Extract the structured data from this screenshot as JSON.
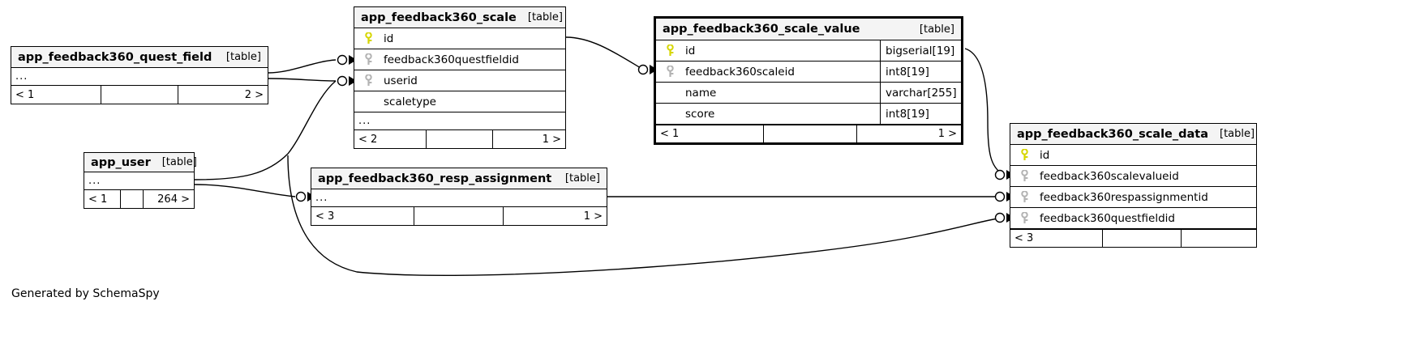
{
  "diagram": {
    "title": "SchemaSpy relationships diagram",
    "credit": "Generated by SchemaSpy",
    "table_tag": "[table]",
    "ellipsis": "...",
    "pk_icon": "primary-key-icon",
    "fk_icon": "foreign-key-icon",
    "pk_color": "#e0e000",
    "fk_color": "#b0b0b0"
  },
  "tables": [
    {
      "id": "quest_field",
      "name": "app_feedback360_quest_field",
      "tag": "[table]",
      "columns": [],
      "has_ellipsis": true,
      "footer": [
        "< 1",
        "",
        "2 >"
      ]
    },
    {
      "id": "scale",
      "name": "app_feedback360_scale",
      "tag": "[table]",
      "columns": [
        {
          "key": "pk",
          "name": "id",
          "type": ""
        },
        {
          "key": "fk",
          "name": "feedback360questfieldid",
          "type": ""
        },
        {
          "key": "fk",
          "name": "userid",
          "type": ""
        },
        {
          "key": "",
          "name": "scaletype",
          "type": ""
        }
      ],
      "has_ellipsis": true,
      "footer": [
        "< 2",
        "",
        "1 >"
      ]
    },
    {
      "id": "scale_value",
      "name": "app_feedback360_scale_value",
      "tag": "[table]",
      "focal": true,
      "columns": [
        {
          "key": "pk",
          "name": "id",
          "type": "bigserial[19]"
        },
        {
          "key": "fk",
          "name": "feedback360scaleid",
          "type": "int8[19]"
        },
        {
          "key": "",
          "name": "name",
          "type": "varchar[255]"
        },
        {
          "key": "",
          "name": "score",
          "type": "int8[19]"
        }
      ],
      "has_ellipsis": false,
      "footer": [
        "< 1",
        "",
        "1 >"
      ]
    },
    {
      "id": "app_user",
      "name": "app_user",
      "tag": "[table]",
      "columns": [],
      "has_ellipsis": true,
      "footer": [
        "< 1",
        "",
        "264 >"
      ]
    },
    {
      "id": "resp_assignment",
      "name": "app_feedback360_resp_assignment",
      "tag": "[table]",
      "columns": [],
      "has_ellipsis": true,
      "footer": [
        "< 3",
        "",
        "1 >"
      ]
    },
    {
      "id": "scale_data",
      "name": "app_feedback360_scale_data",
      "tag": "[table]",
      "columns": [
        {
          "key": "pk",
          "name": "id",
          "type": ""
        },
        {
          "key": "fk",
          "name": "feedback360scalevalueid",
          "type": ""
        },
        {
          "key": "fk",
          "name": "feedback360respassignmentid",
          "type": ""
        },
        {
          "key": "fk",
          "name": "feedback360questfieldid",
          "type": ""
        }
      ],
      "has_ellipsis": false,
      "footer": [
        "< 3",
        "",
        ""
      ]
    }
  ]
}
